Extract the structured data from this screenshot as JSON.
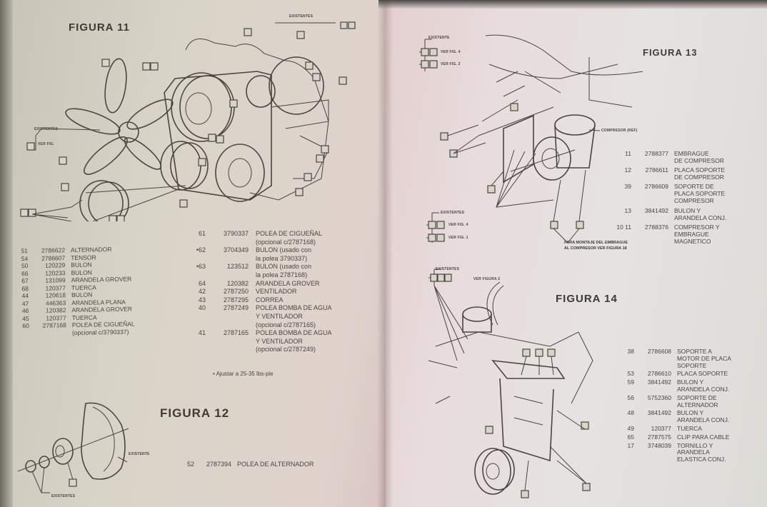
{
  "document": {
    "type": "automotive parts manual, two-page spread"
  },
  "left_page": {
    "figure_11": {
      "title": "FIGURA 11",
      "callouts": {
        "existentes_top": "EXISTENTES",
        "existentes_left": "EXISTENTES",
        "ver_fig": "VER FIG."
      },
      "parts_list_a": [
        {
          "ref": "51",
          "part_no": "2786622",
          "description": "ALTERNADOR"
        },
        {
          "ref": "54",
          "part_no": "2786607",
          "description": "TENSOR"
        },
        {
          "ref": "50",
          "part_no": "120229",
          "description": "BULON"
        },
        {
          "ref": "66",
          "part_no": "120233",
          "description": "BULON"
        },
        {
          "ref": "67",
          "part_no": "131099",
          "description": "ARANDELA GROVER"
        },
        {
          "ref": "68",
          "part_no": "120377",
          "description": "TUERCA"
        },
        {
          "ref": "44",
          "part_no": "120618",
          "description": "BULON"
        },
        {
          "ref": "47",
          "part_no": "446363",
          "description": "ARANDELA PLANA"
        },
        {
          "ref": "46",
          "part_no": "120382",
          "description": "ARANDELA GROVER"
        },
        {
          "ref": "45",
          "part_no": "120377",
          "description": "TUERCA"
        },
        {
          "ref": "60",
          "part_no": "2787168",
          "description": "POLEA DE CIGUEÑAL\n(opcional c/3790337)"
        }
      ],
      "parts_list_b": [
        {
          "ref": "61",
          "part_no": "3790337",
          "description": "POLEA DE CIGUEÑAL\n(opcional c/2787168)"
        },
        {
          "ref": "•62",
          "part_no": "3704349",
          "description": "BULON (usado con\nla polea 3790337)"
        },
        {
          "ref": "•63",
          "part_no": "123512",
          "description": "BULON (usado con\nla polea 2787168)"
        },
        {
          "ref": "64",
          "part_no": "120382",
          "description": "ARANDELA GROVER"
        },
        {
          "ref": "42",
          "part_no": "2787250",
          "description": "VENTILADOR"
        },
        {
          "ref": "43",
          "part_no": "2787295",
          "description": "CORREA"
        },
        {
          "ref": "40",
          "part_no": "2787249",
          "description": "POLEA BOMBA DE AGUA\nY VENTILADOR\n(opcional c/2787165)"
        },
        {
          "ref": "41",
          "part_no": "2787165",
          "description": "POLEA BOMBA DE AGUA\nY VENTILADOR\n(opcional c/2787249)"
        }
      ],
      "footnote": "• Ajustar a 25-35 lbs-pie"
    },
    "figure_12": {
      "title": "FIGURA 12",
      "callouts": {
        "existentes_a": "EXISTENTE",
        "existentes_b": "EXISTENTES"
      },
      "parts_list": [
        {
          "ref": "52",
          "part_no": "2787394",
          "description": "POLEA DE ALTERNADOR"
        }
      ]
    }
  },
  "right_page": {
    "figure_13": {
      "title": "FIGURA 13",
      "callouts": {
        "existente_top": "EXISTENTE",
        "ver_fig_4": "VER FIG. 4",
        "ver_fig_2": "VER FIG. 2",
        "existentes_bottom": "EXISTENTES",
        "ver_fig_4b": "VER FIG. 4",
        "ver_fig_1": "VER FIG. 1",
        "compresor": "COMPRESOR (REF)",
        "montaje_note": "PARA MONTAJE DEL EMBRAGUE\nAL COMPRESOR VER FIGURA 18"
      },
      "parts_list": [
        {
          "ref": "11",
          "part_no": "2788377",
          "description": "EMBRAGUE\nDE COMPRESOR"
        },
        {
          "ref": "12",
          "part_no": "2786611",
          "description": "PLACA SOPORTE\nDE COMPRESOR"
        },
        {
          "ref": "39",
          "part_no": "2786609",
          "description": "SOPORTE DE\nPLACA SOPORTE\nCOMPRESOR"
        },
        {
          "ref": "13",
          "part_no": "3841492",
          "description": "BULON Y\nARANDELA CONJ."
        },
        {
          "ref": "10 11",
          "part_no": "2788376",
          "description": "COMPRESOR Y\nEMBRAGUE\nMAGNETICO"
        }
      ]
    },
    "figure_14": {
      "title": "FIGURA 14",
      "callouts": {
        "existentes": "EXISTENTES",
        "ver_figura_2": "VER FIGURA 2"
      },
      "parts_list": [
        {
          "ref": "38",
          "part_no": "2786608",
          "description": "SOPORTE A\nMOTOR DE PLACA\nSOPORTE"
        },
        {
          "ref": "53",
          "part_no": "2786610",
          "description": "PLACA SOPORTE"
        },
        {
          "ref": "59",
          "part_no": "3841492",
          "description": "BULON Y\nARANDELA CONJ."
        },
        {
          "ref": "56",
          "part_no": "5752360",
          "description": "SOPORTE DE\nALTERNADOR"
        },
        {
          "ref": "48",
          "part_no": "3841492",
          "description": "BULON Y\nARANDELA CONJ."
        },
        {
          "ref": "49",
          "part_no": "120377",
          "description": "TUERCA"
        },
        {
          "ref": "65",
          "part_no": "2787575",
          "description": "CLIP PARA CABLE"
        },
        {
          "ref": "17",
          "part_no": "3748039",
          "description": "TORNILLO Y\nARANDELA\nELASTICA CONJ."
        }
      ]
    }
  },
  "colors": {
    "ink": "#4a4540",
    "paper_left": "#d9d4c8",
    "paper_right": "#e5e3e1"
  }
}
